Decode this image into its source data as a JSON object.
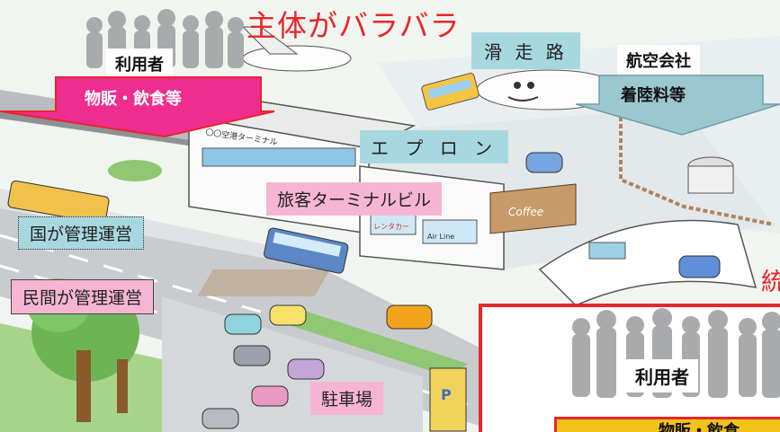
{
  "title": "主体がバラバラ",
  "labels": {
    "runway": "滑 走 路",
    "airline": "航空会社",
    "landing_fee": "着陸料等",
    "users": "利用者",
    "retail_food": "物販・飲食等",
    "apron": "エ プ ロ ン",
    "terminal": "旅客ターミナルビル",
    "national_mgmt": "国が管理運営",
    "private_mgmt": "民間が管理運営",
    "parking": "駐車場",
    "users_2": "利用者",
    "retail_food_2": "物販・飲食",
    "right_edge_char": "統"
  },
  "illustration_text": {
    "terminal_sign": "〇〇空港ターミナル",
    "coffee_sign": "Coffee",
    "shop_sign": "レンタカー",
    "air_line_sign": "Air Line",
    "parking_sign": "P"
  },
  "colors": {
    "title_red": "#e8262b",
    "arrow_pink": "#ef2d8e",
    "arrow_blue_gray": "#9bc7cf",
    "red_frame": "#e8262b",
    "yellow_bar": "#f2c318"
  }
}
